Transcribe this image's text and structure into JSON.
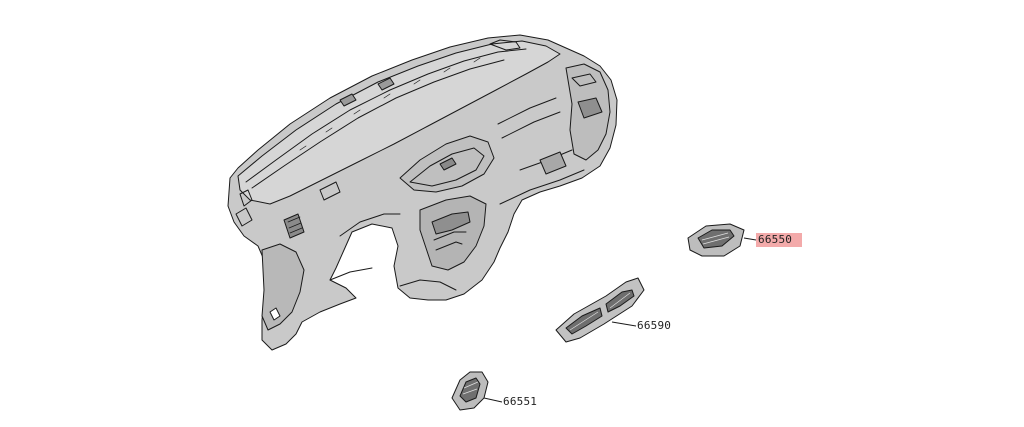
{
  "parts": [
    {
      "id": "66550",
      "label": "66550",
      "highlighted": true
    },
    {
      "id": "66590",
      "label": "66590",
      "highlighted": false
    },
    {
      "id": "66551",
      "label": "66551",
      "highlighted": false
    }
  ],
  "colors": {
    "stroke": "#1a1a1a",
    "fill": "#c9c9c9",
    "fill_dark": "#9a9a9a",
    "highlight": "#f3aaaa"
  }
}
